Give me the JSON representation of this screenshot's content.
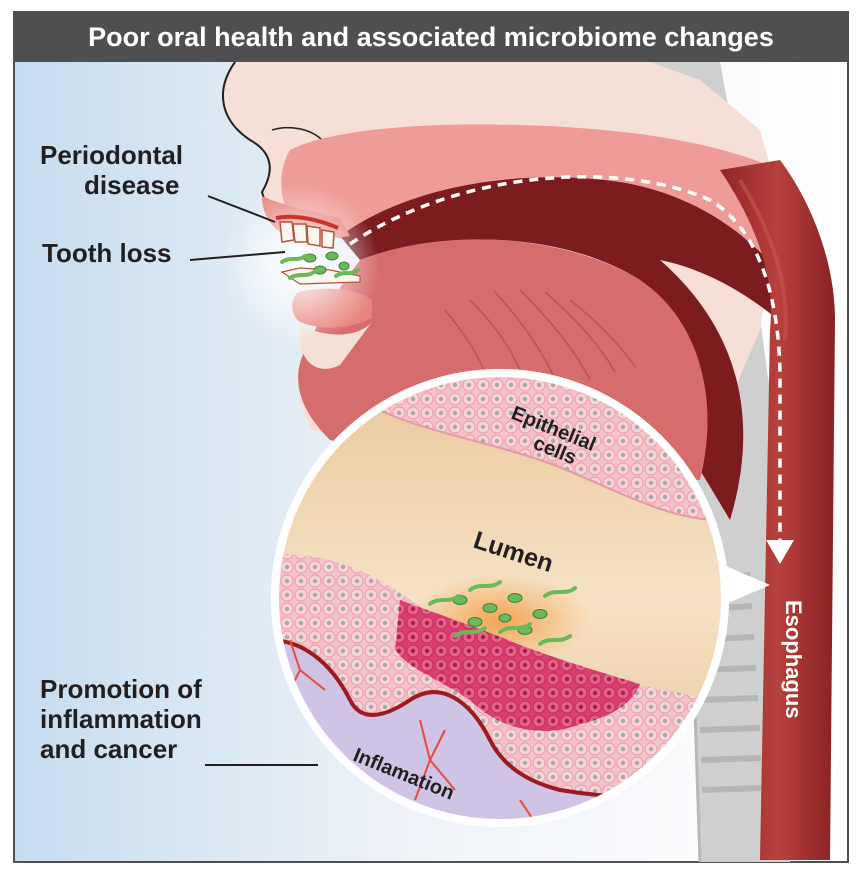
{
  "title": "Poor oral health and associated microbiome changes",
  "labels": {
    "periodontal_line1": "Periodontal",
    "periodontal_line2": "disease",
    "tooth_loss": "Tooth loss",
    "promotion_line1": "Promotion of",
    "promotion_line2": "inflammation",
    "promotion_line3": "and cancer",
    "epithelial_line1": "Epithelial",
    "epithelial_line2": "cells",
    "lumen": "Lumen",
    "esophagus": "Esophagus",
    "inflamation": "Inflamation"
  },
  "colors": {
    "header": "#4f4f51",
    "background_blue": "#c5dcef",
    "skin": "#f6dfd6",
    "palate": "#ef9c98",
    "tongue": "#d76c6c",
    "throat_dark": "#7c1c1f",
    "esophagus": "#a4302f",
    "lumen": "#f1d3a9",
    "epithelium": "#f3b9c2",
    "inflamed": "#e2507a",
    "bacteria": "#6ab95a"
  }
}
